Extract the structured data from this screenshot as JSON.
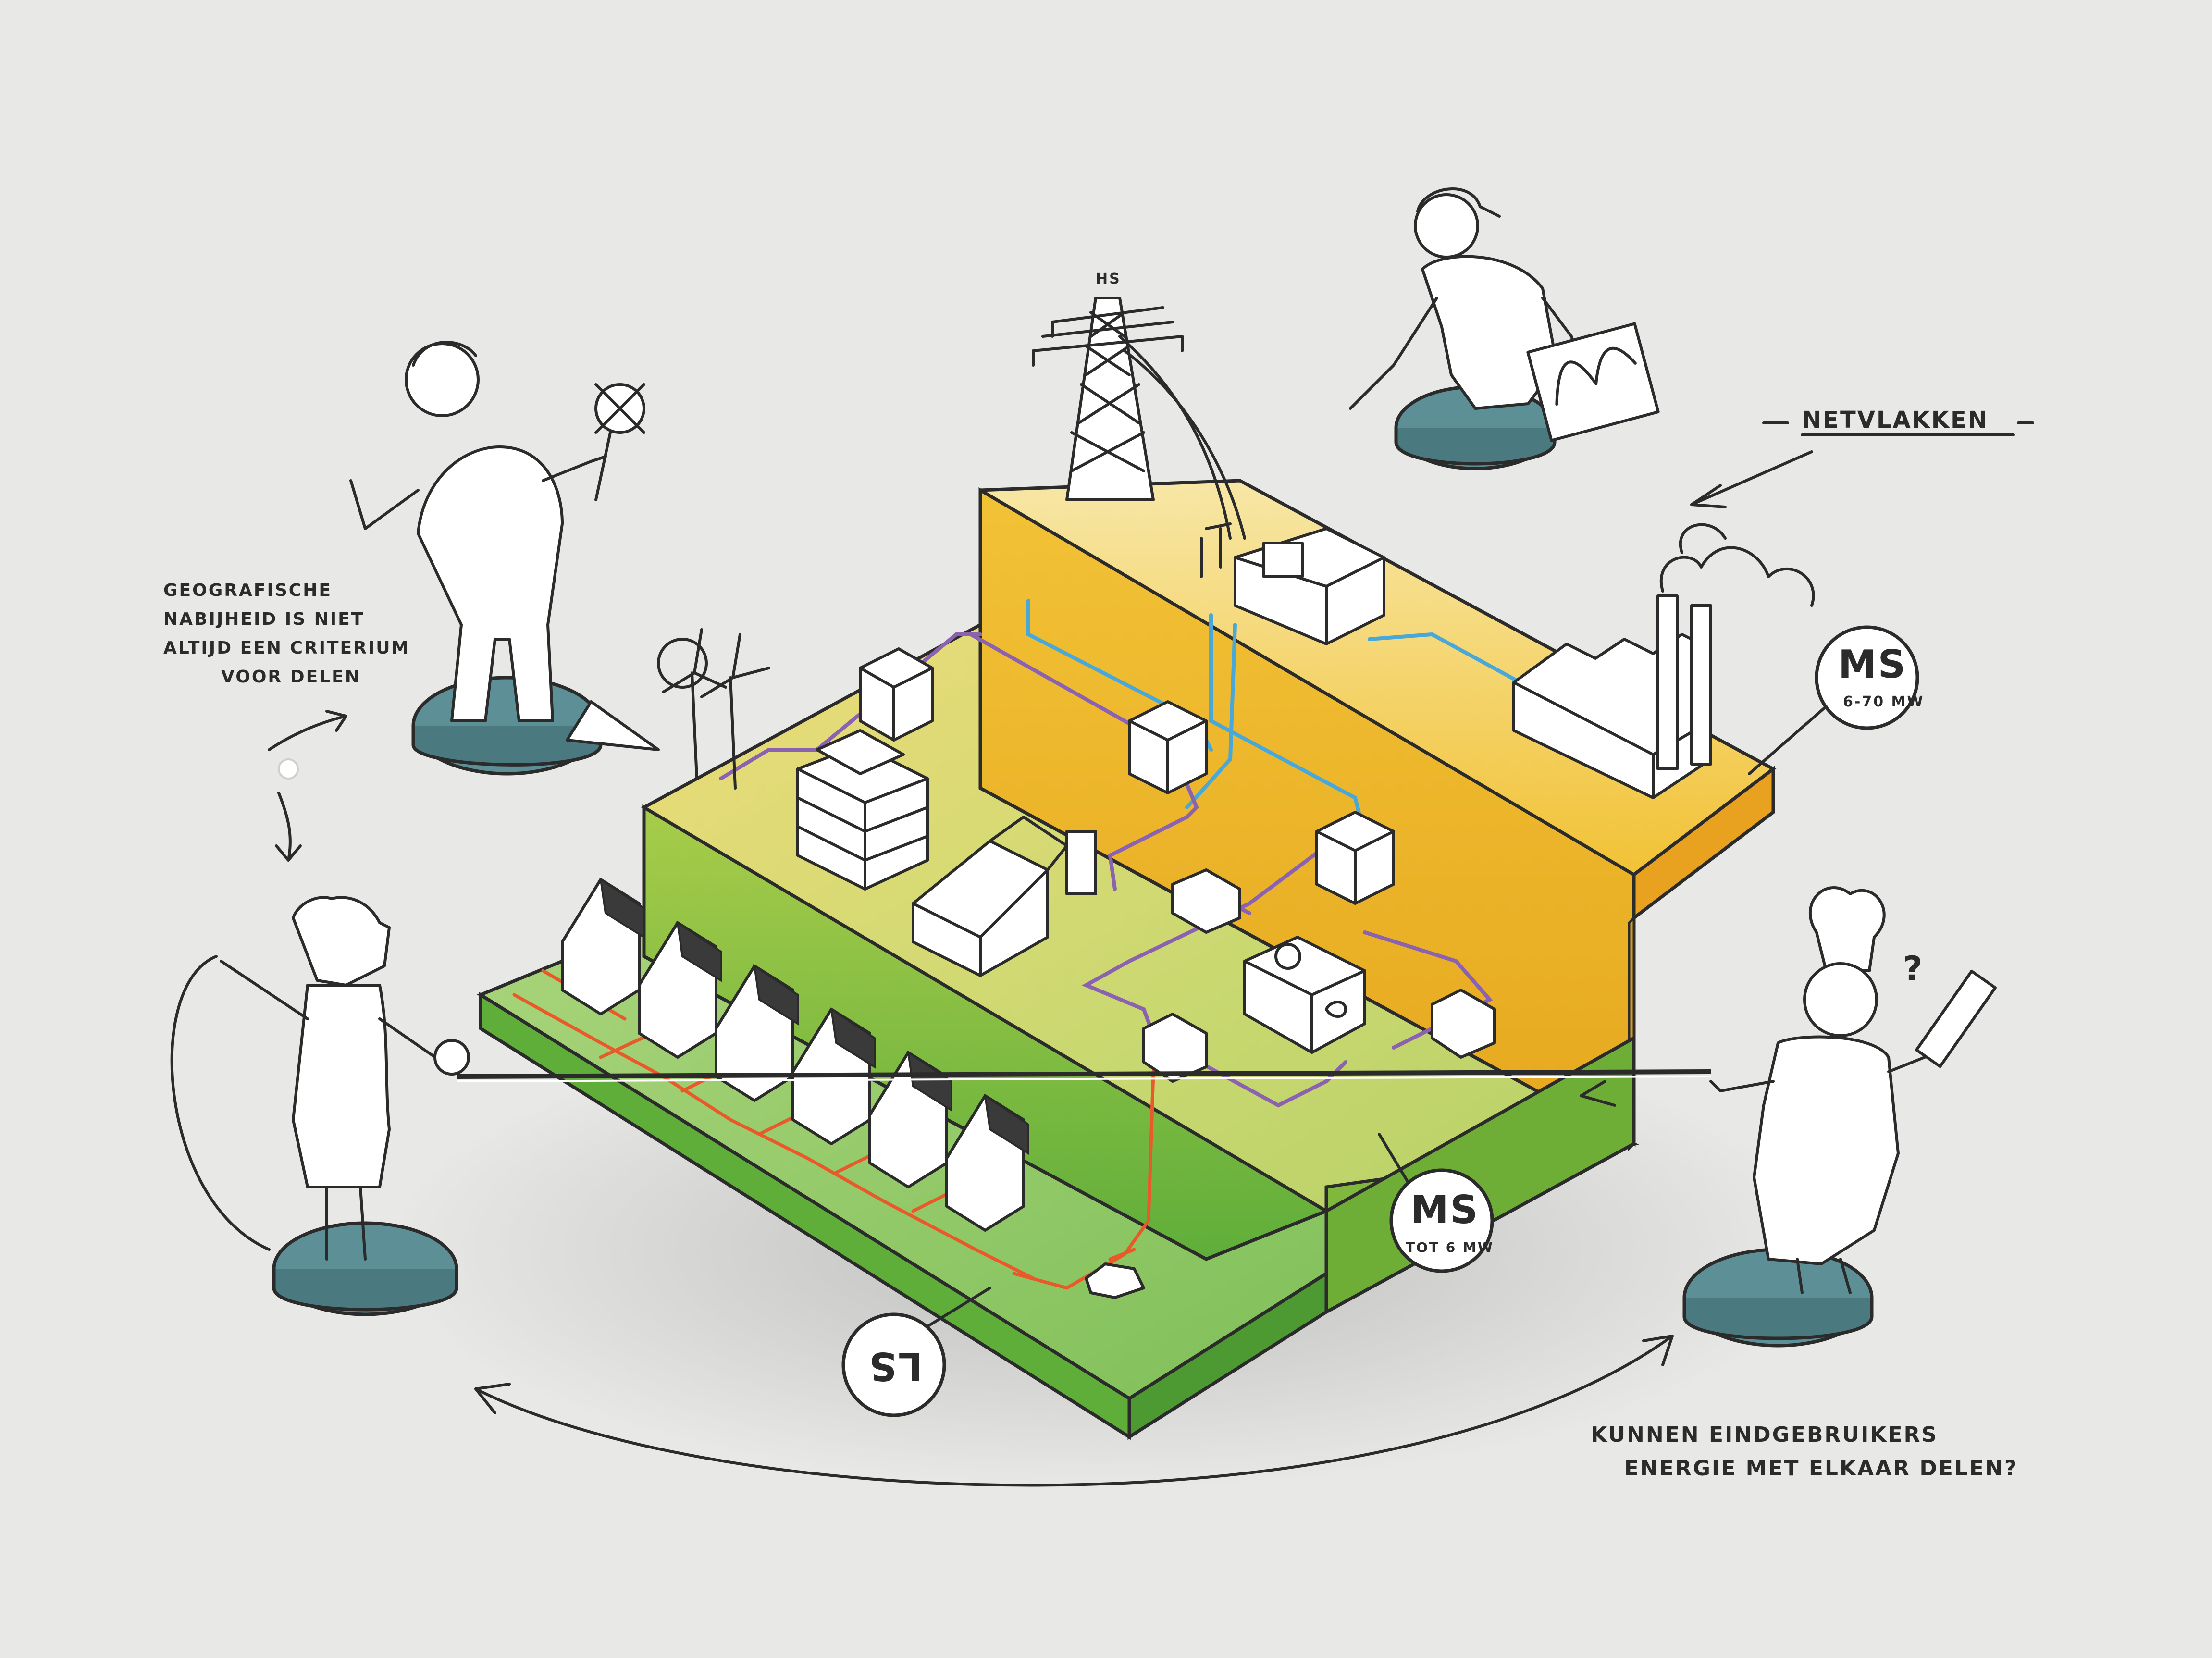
{
  "annotations": {
    "netvlakken": "NETVLAKKEN",
    "geo_line1": "GEOGRAFISCHE",
    "geo_line2": "NABIJHEID IS NIET",
    "geo_line3": "ALTIJD EEN CRITERIUM",
    "geo_line4": "VOOR DELEN",
    "question_line1": "KUNNEN EINDGEBRUIKERS",
    "question_line2": "ENERGIE MET ELKAAR DELEN?"
  },
  "levels": {
    "hs_label": "HS",
    "ms_upper_label": "MS",
    "ms_upper_sub": "6-70 MW",
    "ms_lower_label": "MS",
    "ms_lower_sub": "TOT 6 MW",
    "ls_label": "LS"
  },
  "chef_mark": "?",
  "colors": {
    "background": "#e8e8e6",
    "upper_plateau": "#f2c84b",
    "middle_plateau": "#c9d96a",
    "lower_plateau": "#8cc45a",
    "hv_line": "#4aa8d8",
    "mv_line": "#8a62b0",
    "lv_line": "#e85a2a",
    "pedestal": "#5d8f96"
  }
}
